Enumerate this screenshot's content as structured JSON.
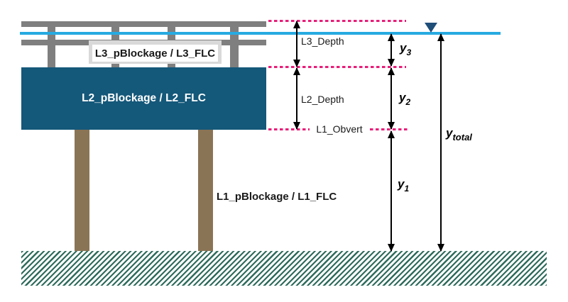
{
  "diagram": {
    "layers": {
      "l3_label": "L3_pBlockage / L3_FLC",
      "l2_label": "L2_pBlockage / L2_FLC",
      "l1_label": "L1_pBlockage / L1_FLC"
    },
    "dimensions": {
      "l3_depth": "L3_Depth",
      "l2_depth": "L2_Depth",
      "l1_obvert": "L1_Obvert",
      "y3_base": "y",
      "y3_sub": "3",
      "y2_base": "y",
      "y2_sub": "2",
      "y1_base": "y",
      "y1_sub": "1",
      "ytotal_base": "y",
      "ytotal_sub": "total"
    },
    "colors": {
      "structure_gray": "#7F7F7F",
      "label_box_gray": "#D9D9D9",
      "deck_teal": "#14587A",
      "pier_brown": "#8A7456",
      "water_cyan": "#27AAE1",
      "marker_navy": "#1F4E79",
      "dimension_magenta": "#E81E78",
      "ground_hatch_green": "#2E6B5B",
      "arrow_black": "#000000"
    }
  }
}
